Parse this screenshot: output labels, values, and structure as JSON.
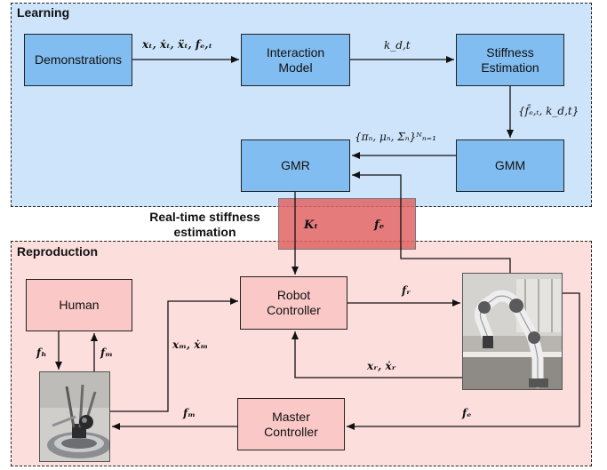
{
  "panels": {
    "learning": "Learning",
    "reproduction": "Reproduction"
  },
  "boxes": {
    "demonstrations": "Demonstrations",
    "interaction_model": "Interaction\nModel",
    "stiffness_estimation": "Stiffness\nEstimation",
    "gmr": "GMR",
    "gmm": "GMM",
    "human": "Human",
    "robot_controller": "Robot\nController",
    "master_controller": "Master\nController"
  },
  "realtime_label": "Real-time stiffness\nestimation",
  "labels": {
    "demo_to_im": "xₜ, ẋₜ, ẍₜ, fₑ,ₜ",
    "kdt": "k_d,t",
    "stiff_to_gmm": "{f̄ₑ,ₜ, k_d,t}",
    "gmm_to_gmr": "{πₙ, μₙ, Σₙ}ᴺₙ₌₁",
    "Kt": "Kₜ",
    "fe_band": "fₑ",
    "fr": "fᵣ",
    "xm": "xₘ, ẋₘ",
    "xr": "xᵣ, ẋᵣ",
    "fh": "fₕ",
    "fm_up": "fₘ",
    "fm": "fₘ",
    "fe": "fₑ"
  },
  "colors": {
    "learning_bg": "#cde4fb",
    "reproduction_bg": "#fcdedd",
    "learning_box": "#82bdf1",
    "reproduction_box": "#f9c8c7",
    "band_fill": "#e07373"
  }
}
